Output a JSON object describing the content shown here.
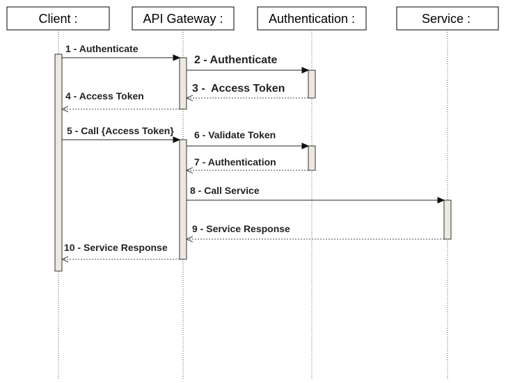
{
  "diagram": {
    "lifelines": [
      {
        "id": "client",
        "label": "Client :"
      },
      {
        "id": "gateway",
        "label": "API Gateway :"
      },
      {
        "id": "auth",
        "label": "Authentication :"
      },
      {
        "id": "service",
        "label": "Service :"
      }
    ],
    "messages": [
      {
        "label": "1 - Authenticate",
        "from": "client",
        "to": "gateway",
        "kind": "call"
      },
      {
        "label": "2 - Authenticate",
        "from": "gateway",
        "to": "auth",
        "kind": "call"
      },
      {
        "label": "3 -  Access Token",
        "from": "auth",
        "to": "gateway",
        "kind": "return"
      },
      {
        "label": "4 - Access Token",
        "from": "gateway",
        "to": "client",
        "kind": "return"
      },
      {
        "label": "5 - Call {Access Token}",
        "from": "client",
        "to": "gateway",
        "kind": "call"
      },
      {
        "label": "6 - Validate Token",
        "from": "gateway",
        "to": "auth",
        "kind": "call"
      },
      {
        "label": "7 - Authentication",
        "from": "auth",
        "to": "gateway",
        "kind": "return"
      },
      {
        "label": "8 - Call Service",
        "from": "gateway",
        "to": "service",
        "kind": "call"
      },
      {
        "label": "9 - Service Response",
        "from": "service",
        "to": "gateway",
        "kind": "return"
      },
      {
        "label": "10 - Service Response",
        "from": "gateway",
        "to": "client",
        "kind": "return"
      }
    ]
  },
  "colors": {
    "activation_fill": "#ede9e0",
    "line": "#222222",
    "background": "#ffffff"
  }
}
